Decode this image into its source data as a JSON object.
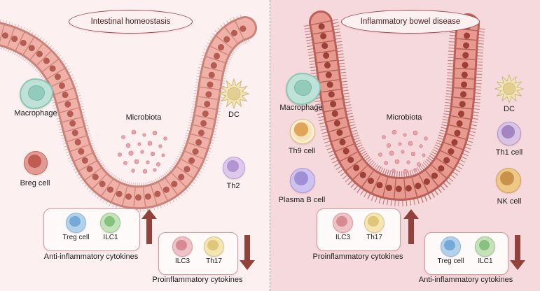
{
  "left": {
    "title": "Intestinal homeostasis",
    "macrophage_label": "Macrophage",
    "microbiota_label": "Microbiota",
    "dc_label": "DC",
    "breg_label": "Breg cell",
    "th2_label": "Th2",
    "anti_box": {
      "cells": [
        {
          "label": "Treg cell"
        },
        {
          "label": "ILC1"
        }
      ],
      "caption": "Anti-inflammatory cytokines",
      "arrow": "up"
    },
    "pro_box": {
      "cells": [
        {
          "label": "ILC3"
        },
        {
          "label": "Th17"
        }
      ],
      "caption": "Proinflammatory cytokines",
      "arrow": "down"
    }
  },
  "right": {
    "title": "Inflammatory bowel disease",
    "macrophage_label": "Macrophage",
    "th9_label": "Th9 cell",
    "plasma_label": "Plasma B cell",
    "microbiota_label": "Microbiota",
    "dc_label": "DC",
    "th1_label": "Th1 cell",
    "nk_label": "NK cell",
    "pro_box": {
      "cells": [
        {
          "label": "ILC3"
        },
        {
          "label": "Th17"
        }
      ],
      "caption": "Proinflammatory cytokines",
      "arrow": "up"
    },
    "anti_box": {
      "cells": [
        {
          "label": "Treg cell"
        },
        {
          "label": "ILC1"
        }
      ],
      "caption": "Anti-inflammatory cytokines",
      "arrow": "down"
    }
  },
  "colors": {
    "left_bg": "#fcf0f1",
    "right_bg": "#f6d9dc",
    "epithelium_left": "#f0b2a8",
    "epithelium_right": "#e89a90",
    "arrow_maroon": "#93413b",
    "box_border": "#d898a0",
    "title_border": "#a34a52",
    "cell_colors": {
      "treg": "#74a9d8",
      "ilc1": "#86c17e",
      "ilc3": "#d88a92",
      "th17": "#dfc678",
      "th2": "#b295d2",
      "breg": "#c05c52",
      "th9": "#e0a45a",
      "plasma_b": "#9f8fd4",
      "th1": "#a584c2",
      "nk": "#c8924a",
      "macrophage": "#93cbbb",
      "dc": "#e3cf8f",
      "microbiota": "#e9a3ad"
    }
  }
}
